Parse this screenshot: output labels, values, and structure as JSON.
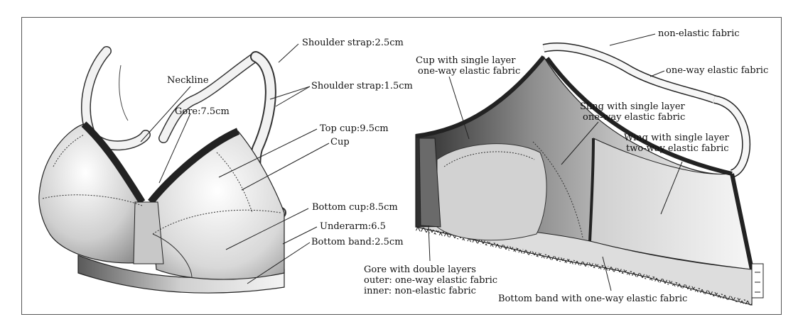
{
  "left_labels": {
    "shoulder_strap_wide": "Shoulder strap:2.5cm",
    "neckline": "Neckline",
    "shoulder_strap_narrow": "Shoulder strap:1.5cm",
    "gore": "Gore:7.5cm",
    "top_cup": "Top cup:9.5cm",
    "cup": "Cup",
    "bottom_cup": "Bottom cup:8.5cm",
    "underarm": "Underarm:6.5",
    "bottom_band": "Bottom band:2.5cm"
  },
  "right_labels": {
    "non_elastic": "non-elastic fabric",
    "cup_single_1": "Cup with single layer",
    "cup_single_2": "one-way elastic fabric",
    "one_way_elastic": "one-way elastic fabric",
    "sling_1": "Sling with single layer",
    "sling_2": "one-way elastic fabric",
    "wing_1": "Wing with single layer",
    "wing_2": "two-way elastic fabric",
    "gore_double_1": "Gore with double layers",
    "gore_double_2": "outer: one-way elastic fabric",
    "gore_double_3": "inner: non-elastic fabric",
    "bottom_band_fabric": "Bottom band with one-way elastic fabric"
  }
}
